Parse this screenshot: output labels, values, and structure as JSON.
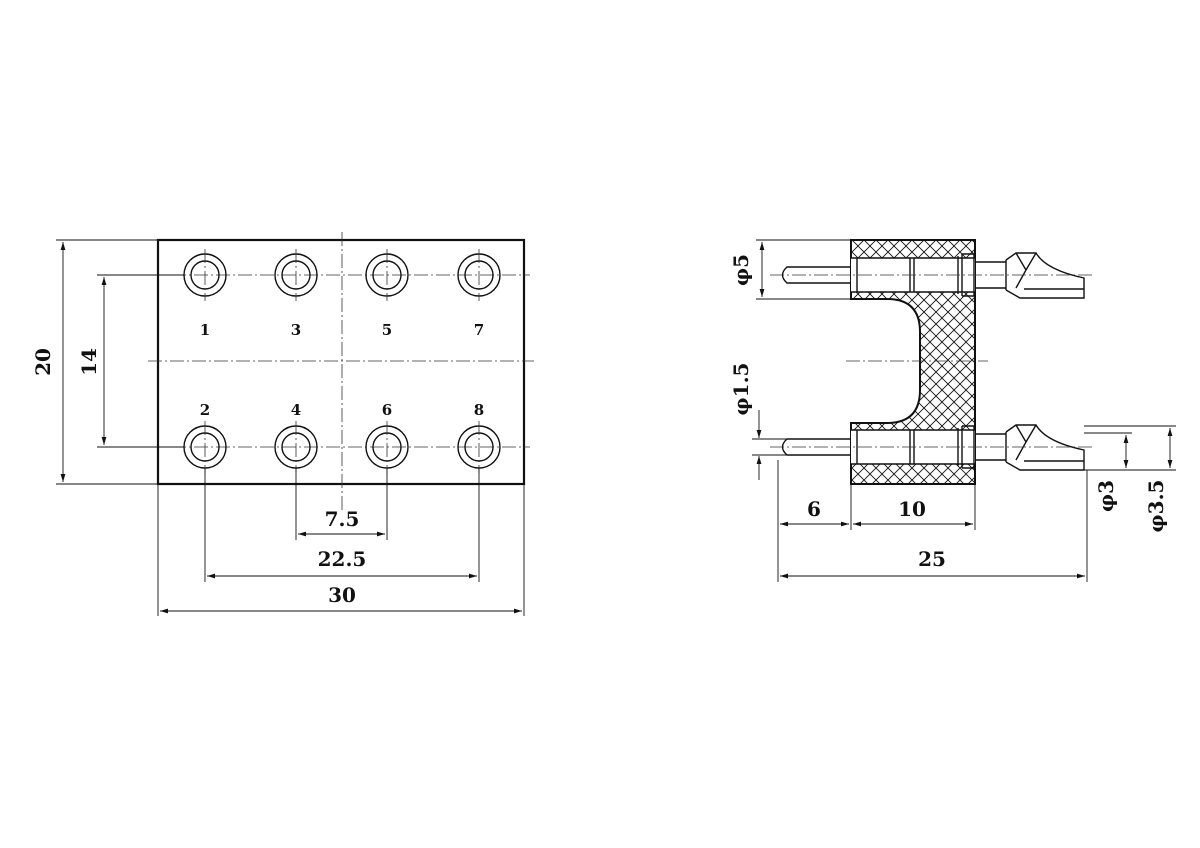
{
  "pins": [
    {
      "label": "1"
    },
    {
      "label": "3"
    },
    {
      "label": "5"
    },
    {
      "label": "7"
    },
    {
      "label": "2"
    },
    {
      "label": "4"
    },
    {
      "label": "6"
    },
    {
      "label": "8"
    }
  ],
  "front_view": {
    "dims": {
      "height_total": "20",
      "row_spacing": "14",
      "pin_pitch": "7.5",
      "outer_pin_span": "22.5",
      "width_total": "30"
    }
  },
  "side_view": {
    "dims": {
      "pin_diameter_large": "φ5",
      "pin_diameter_small": "φ1.5",
      "tail_length": "6",
      "body_length": "10",
      "overall_length": "25",
      "cup_inner_diameter": "φ3",
      "cup_outer_diameter": "φ3.5"
    }
  },
  "colors": {
    "line": "#111111",
    "background": "#ffffff"
  }
}
